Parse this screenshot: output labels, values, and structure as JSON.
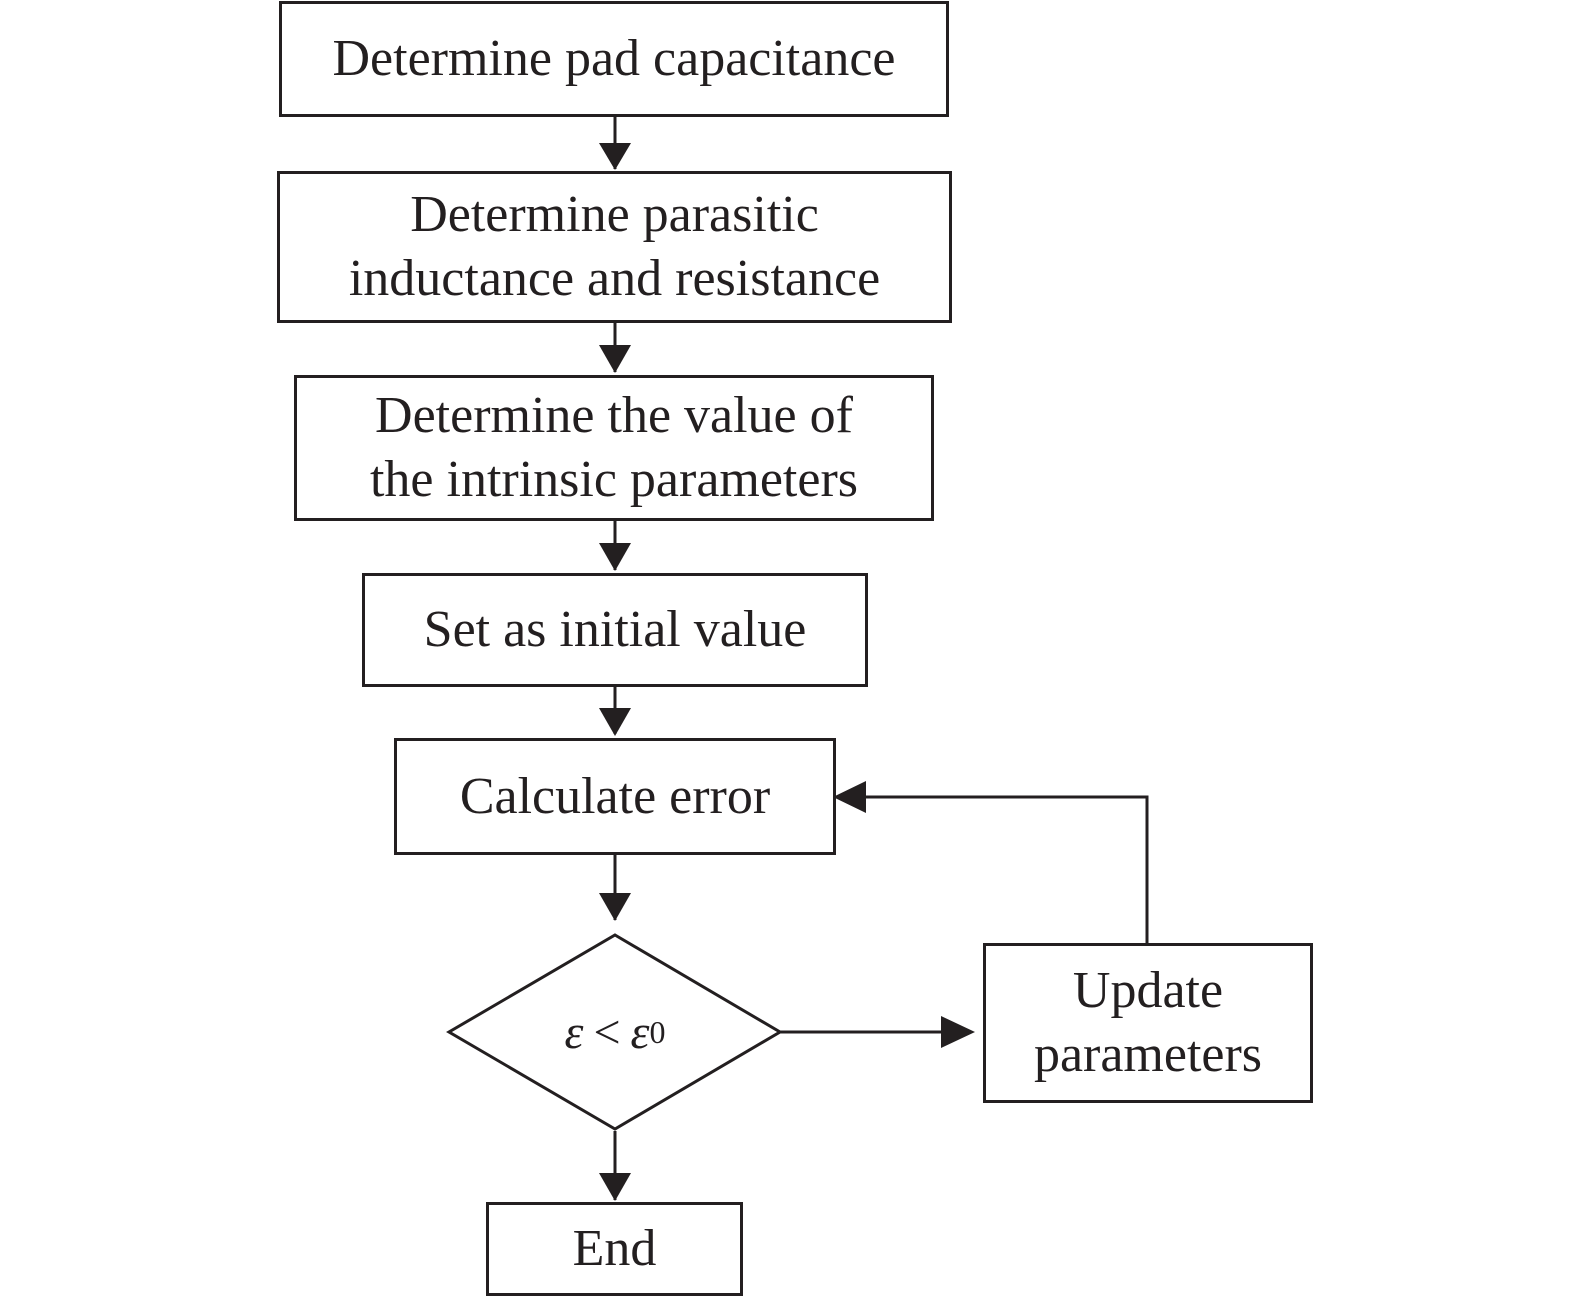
{
  "steps": {
    "pad_capacitance": "Determine pad capacitance",
    "parasitic_line1": "Determine parasitic",
    "parasitic_line2": "inductance and resistance",
    "intrinsic_line1": "Determine the value of",
    "intrinsic_line2": "the intrinsic parameters",
    "initial_value": "Set as initial value",
    "calculate_error": "Calculate error",
    "update_line1": "Update",
    "update_line2": "parameters",
    "end": "End"
  },
  "decision": {
    "lhs": "ε",
    "operator": "<",
    "rhs": "ε",
    "rhs_subscript": "0"
  }
}
